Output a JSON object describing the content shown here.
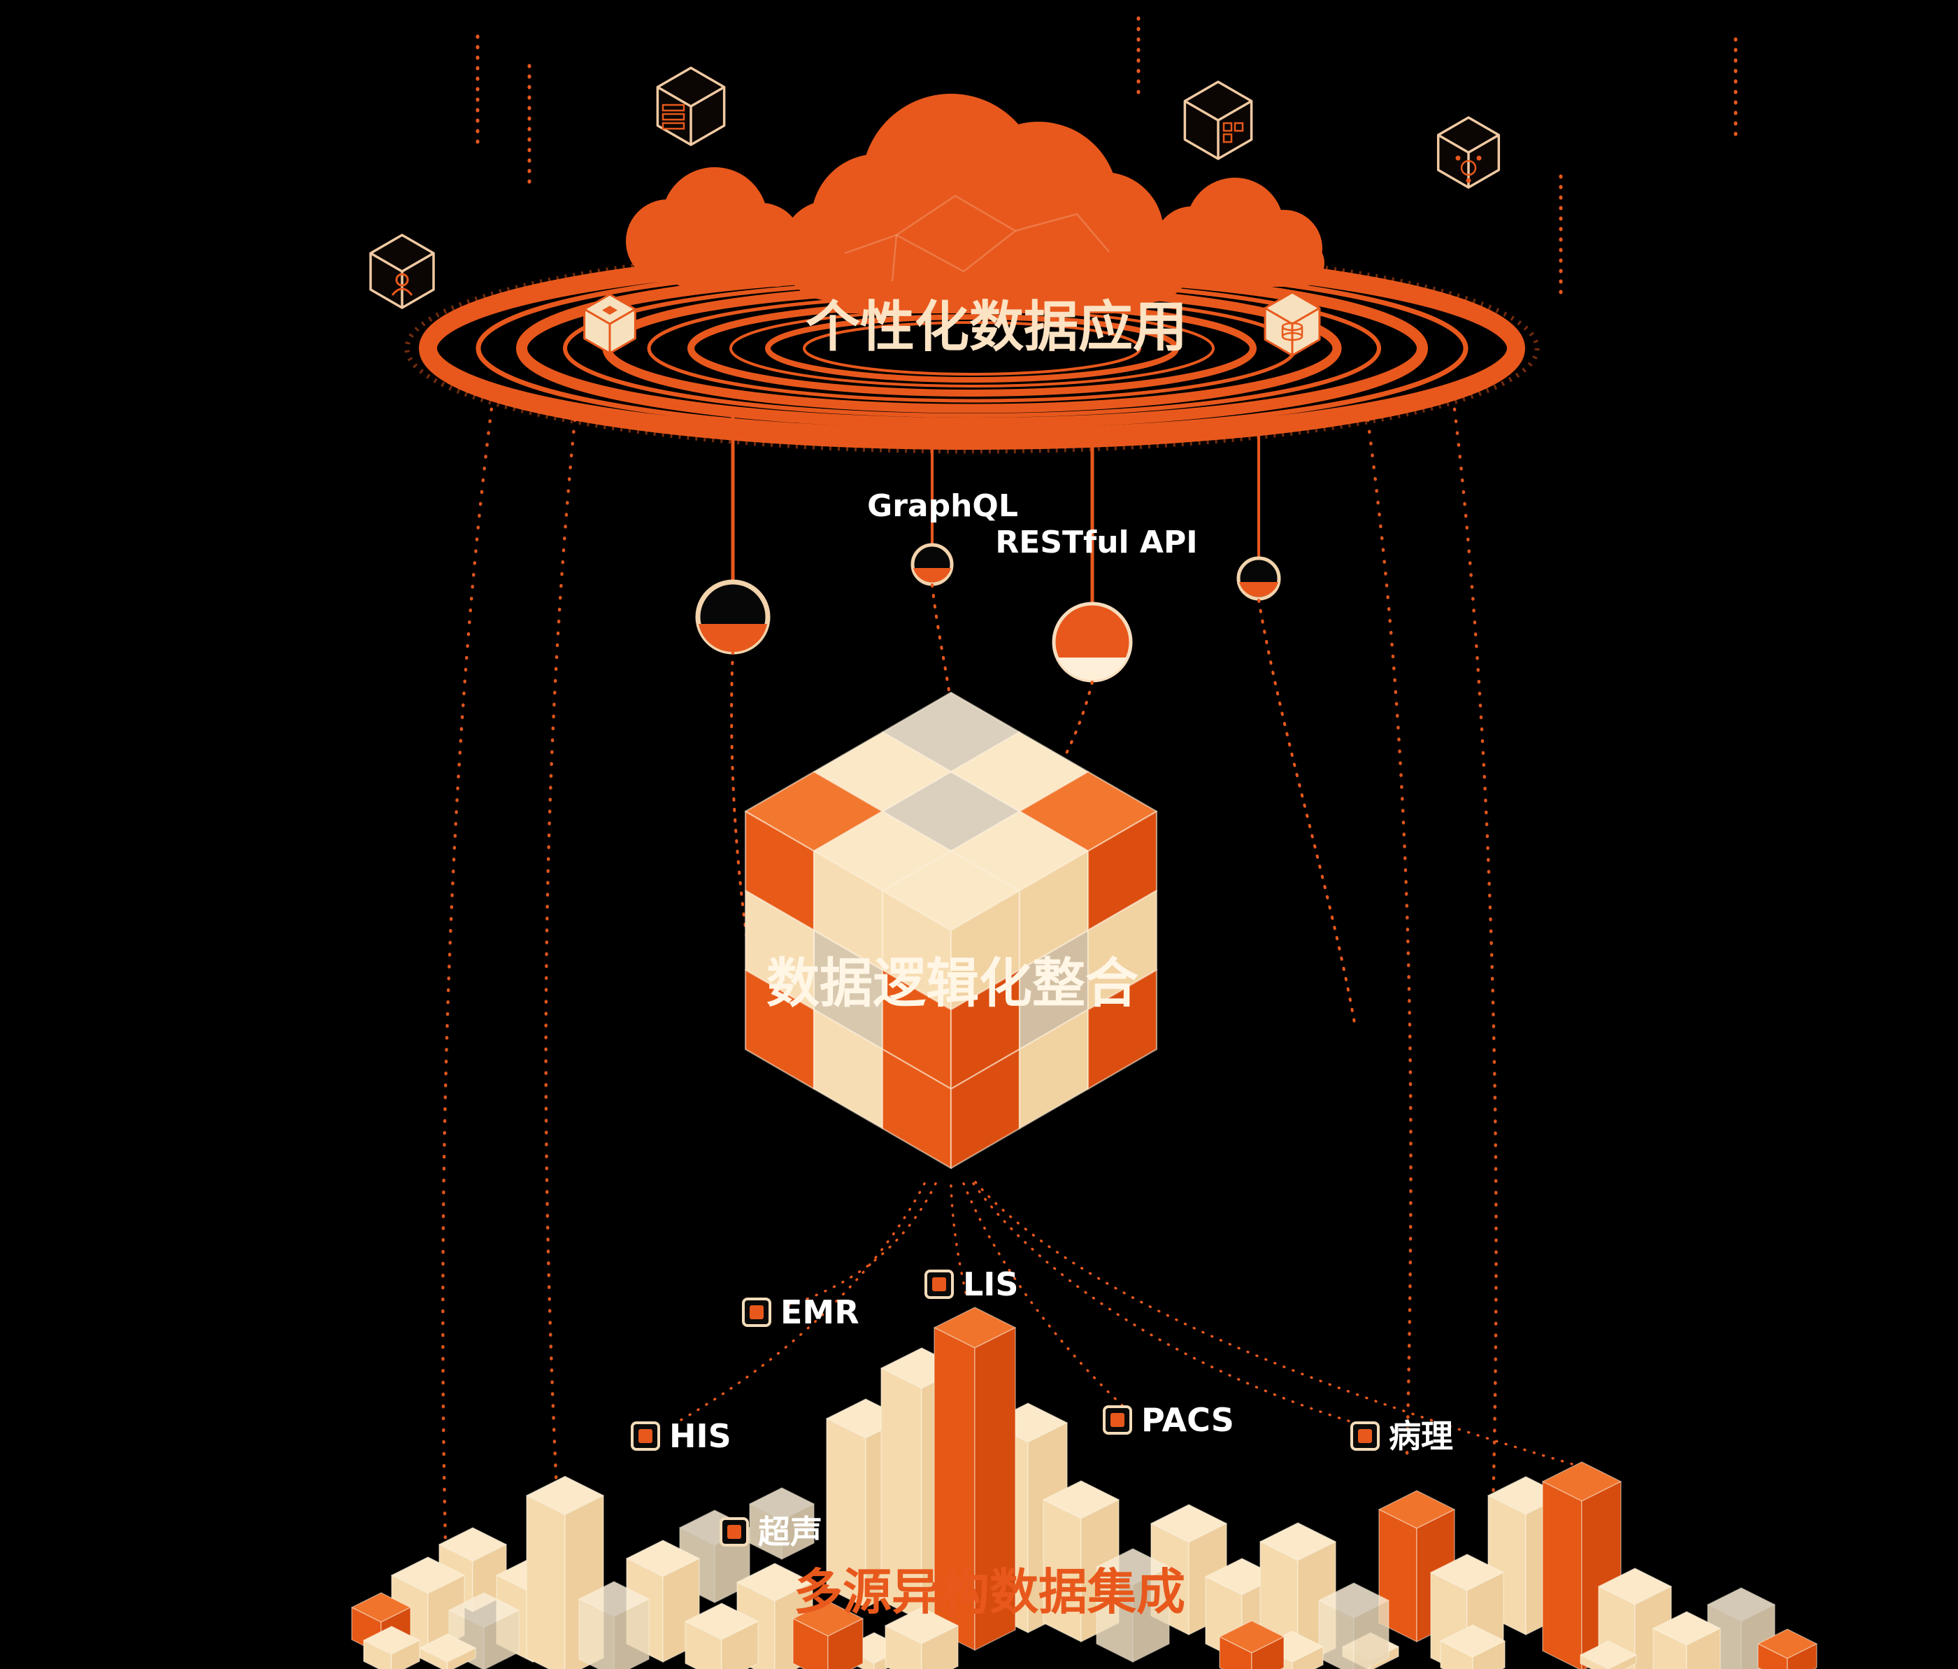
{
  "colors": {
    "background": "#000000",
    "accent": "#E8581C",
    "cream": "#FBE9C9",
    "text_light": "#FBE3C4",
    "text_white": "#FFFFFF"
  },
  "layers": {
    "app": {
      "title": "个性化数据应用"
    },
    "integration": {
      "title": "数据逻辑化整合"
    },
    "sources": {
      "title": "多源异构数据集成"
    }
  },
  "apis": [
    {
      "label": "GraphQL"
    },
    {
      "label": "RESTful API"
    }
  ],
  "sources": [
    {
      "label": "EMR"
    },
    {
      "label": "LIS"
    },
    {
      "label": "HIS"
    },
    {
      "label": "超声"
    },
    {
      "label": "PACS"
    },
    {
      "label": "病理"
    }
  ],
  "icons": [
    {
      "name": "server-cube-icon"
    },
    {
      "name": "grid-cube-icon"
    },
    {
      "name": "network-cube-icon"
    },
    {
      "name": "user-cube-icon"
    },
    {
      "name": "package-cube-icon"
    },
    {
      "name": "database-cube-icon"
    }
  ]
}
